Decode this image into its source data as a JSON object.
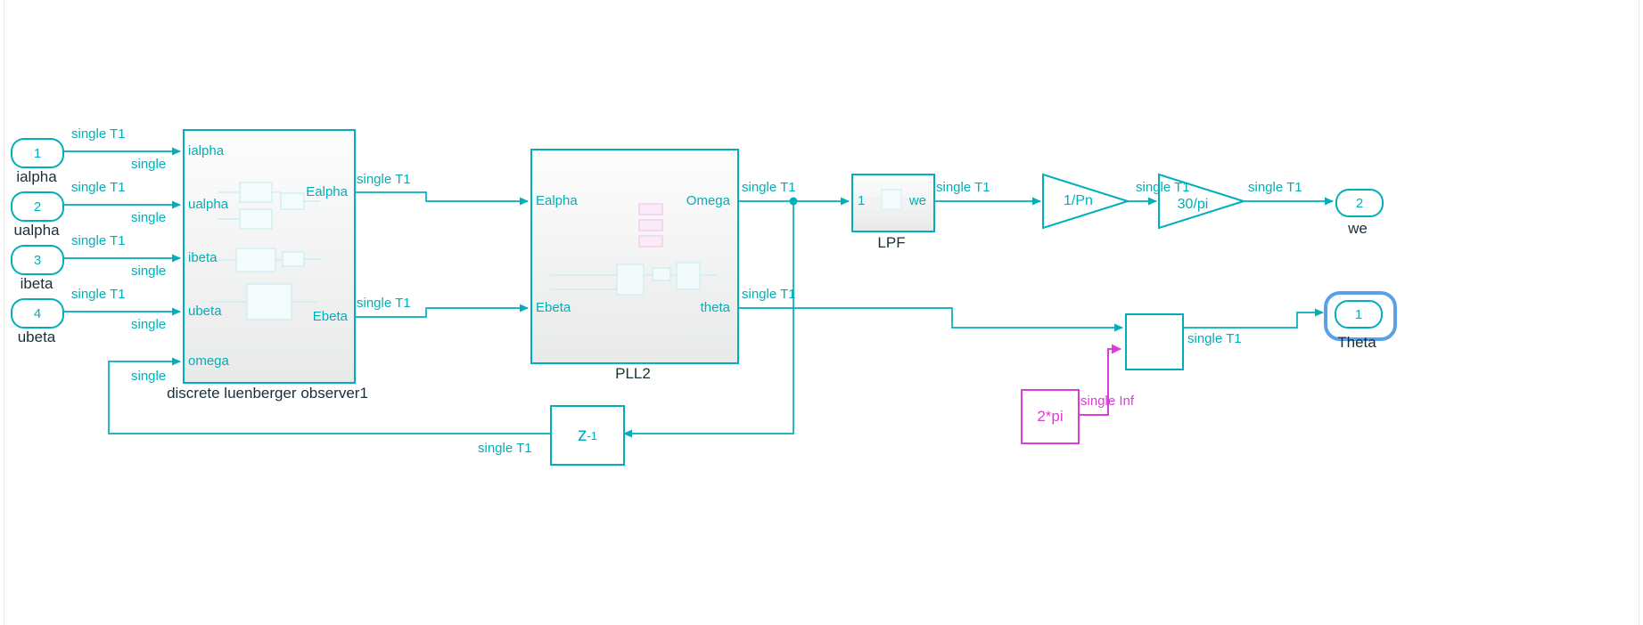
{
  "colors": {
    "teal": "#00AFB9",
    "magenta": "#DE3CD8",
    "dark": "#1A2E38",
    "selection": "#5AA0E6"
  },
  "labels": {
    "single_t1": "single T1",
    "single": "single",
    "single_inf": "single Inf"
  },
  "inports": [
    {
      "num": "1",
      "name": "ialpha"
    },
    {
      "num": "2",
      "name": "ualpha"
    },
    {
      "num": "3",
      "name": "ibeta"
    },
    {
      "num": "4",
      "name": "ubeta"
    }
  ],
  "observer": {
    "name": "discrete luenberger observer1",
    "inputs": [
      "ialpha",
      "ualpha",
      "ibeta",
      "ubeta",
      "omega"
    ],
    "outputs": [
      "Ealpha",
      "Ebeta"
    ]
  },
  "pll": {
    "name": "PLL2",
    "inputs": [
      "Ealpha",
      "Ebeta"
    ],
    "outputs": [
      "Omega",
      "theta"
    ]
  },
  "lpf": {
    "name": "LPF",
    "port_in": "1",
    "port_out": "we"
  },
  "gains": [
    {
      "label": "1/Pn"
    },
    {
      "label": "30/pi"
    }
  ],
  "unit_delay": {
    "base": "z",
    "exponent": "-1"
  },
  "constant": {
    "value": "2*pi"
  },
  "outports": [
    {
      "num": "2",
      "name": "we"
    },
    {
      "num": "1",
      "name": "Theta"
    }
  ]
}
